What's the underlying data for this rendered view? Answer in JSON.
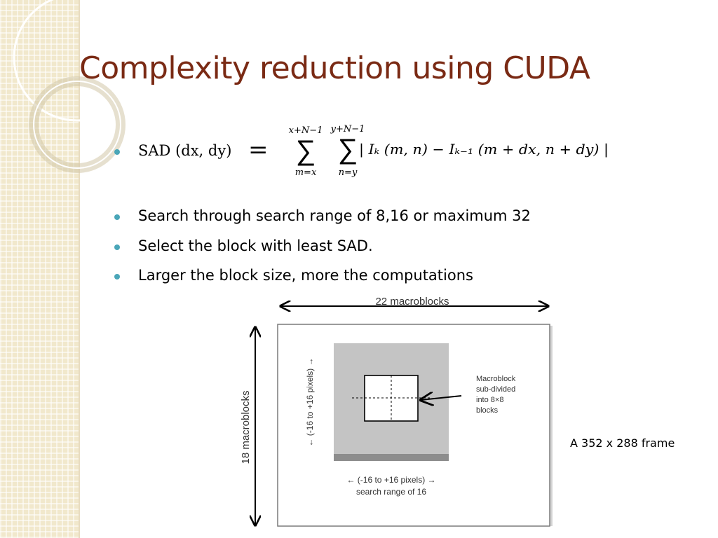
{
  "slide": {
    "title": "Complexity reduction using CUDA",
    "accent": "#7a2a14",
    "bullet_color": "#4aa6b8"
  },
  "formula": {
    "label": "SAD (dx, dy)",
    "equals": "=",
    "sum1_upper": "x+N−1",
    "sum1_lower": "m=x",
    "sum2_upper": "y+N−1",
    "sum2_lower": "n=y",
    "sigma": "∑",
    "body": "| Iₖ (m, n) − Iₖ₋₁ (m + dx, n + dy) |"
  },
  "bullets": [
    "Search through search range of 8,16 or maximum 32",
    "Select the block with least SAD.",
    "Larger the block size, more the computations"
  ],
  "diagram": {
    "width_label": "22 macroblocks",
    "height_label": "18 macroblocks",
    "vertical_range_label": "← (-16 to +16 pixels) →",
    "horizontal_range_label": "← (-16 to +16 pixels) →",
    "search_range_label": "search range of 16",
    "callout": [
      "Macroblock",
      "sub-divided",
      "into 8×8",
      "blocks"
    ],
    "caption": "A 352 x 288 frame"
  }
}
